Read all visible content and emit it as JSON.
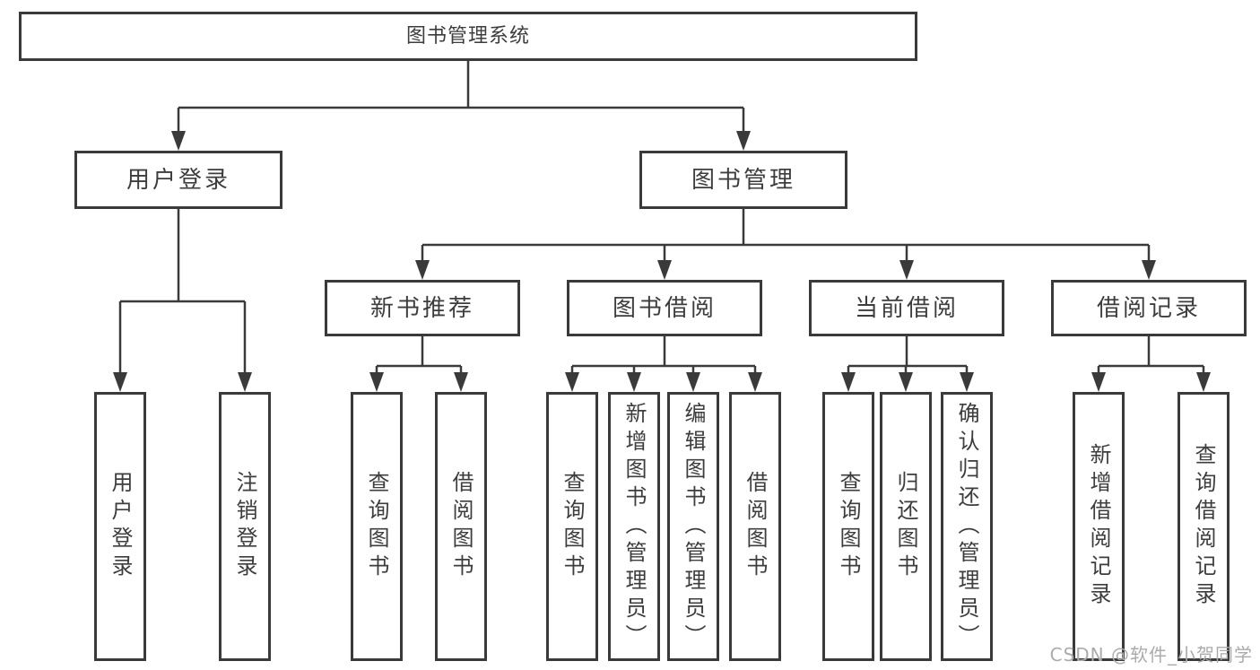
{
  "diagram": {
    "root": "图书管理系统",
    "branches": [
      {
        "label": "用户登录",
        "leaves": [
          "用户登录",
          "注销登录"
        ]
      },
      {
        "label": "图书管理",
        "sections": [
          {
            "label": "新书推荐",
            "leaves": [
              "查询图书",
              "借阅图书"
            ]
          },
          {
            "label": "图书借阅",
            "leaves": [
              "查询图书",
              "新增图书（管理员）",
              "编辑图书（管理员）",
              "借阅图书"
            ]
          },
          {
            "label": "当前借阅",
            "leaves": [
              "查询图书",
              "归还图书",
              "确认归还（管理员）"
            ]
          },
          {
            "label": "借阅记录",
            "leaves": [
              "新增借阅记录",
              "查询借阅记录"
            ]
          }
        ]
      }
    ]
  },
  "watermark": {
    "text": "CSDN @软件_小贺同学"
  },
  "colors": {
    "line": "#3a3a3a",
    "box_border": "#3a3a3a",
    "box_fill": "#ffffff",
    "text": "#3d3d3d",
    "watermark": "#ababab"
  }
}
